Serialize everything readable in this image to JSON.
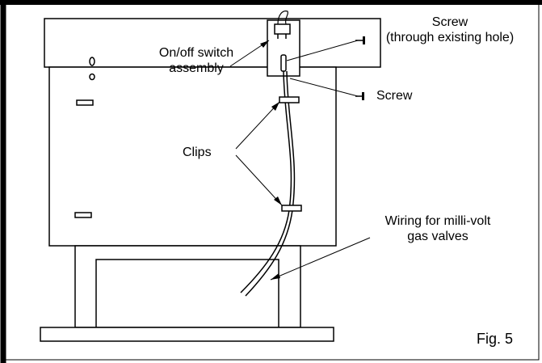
{
  "labels": {
    "switch_line1": "On/off switch",
    "switch_line2": "assembly",
    "screw_top_line1": "Screw",
    "screw_top_line2": "(through existing hole)",
    "screw_bottom": "Screw",
    "clips": "Clips",
    "wiring_line1": "Wiring for milli-volt",
    "wiring_line2": "gas valves"
  },
  "figure_label": "Fig. 5"
}
